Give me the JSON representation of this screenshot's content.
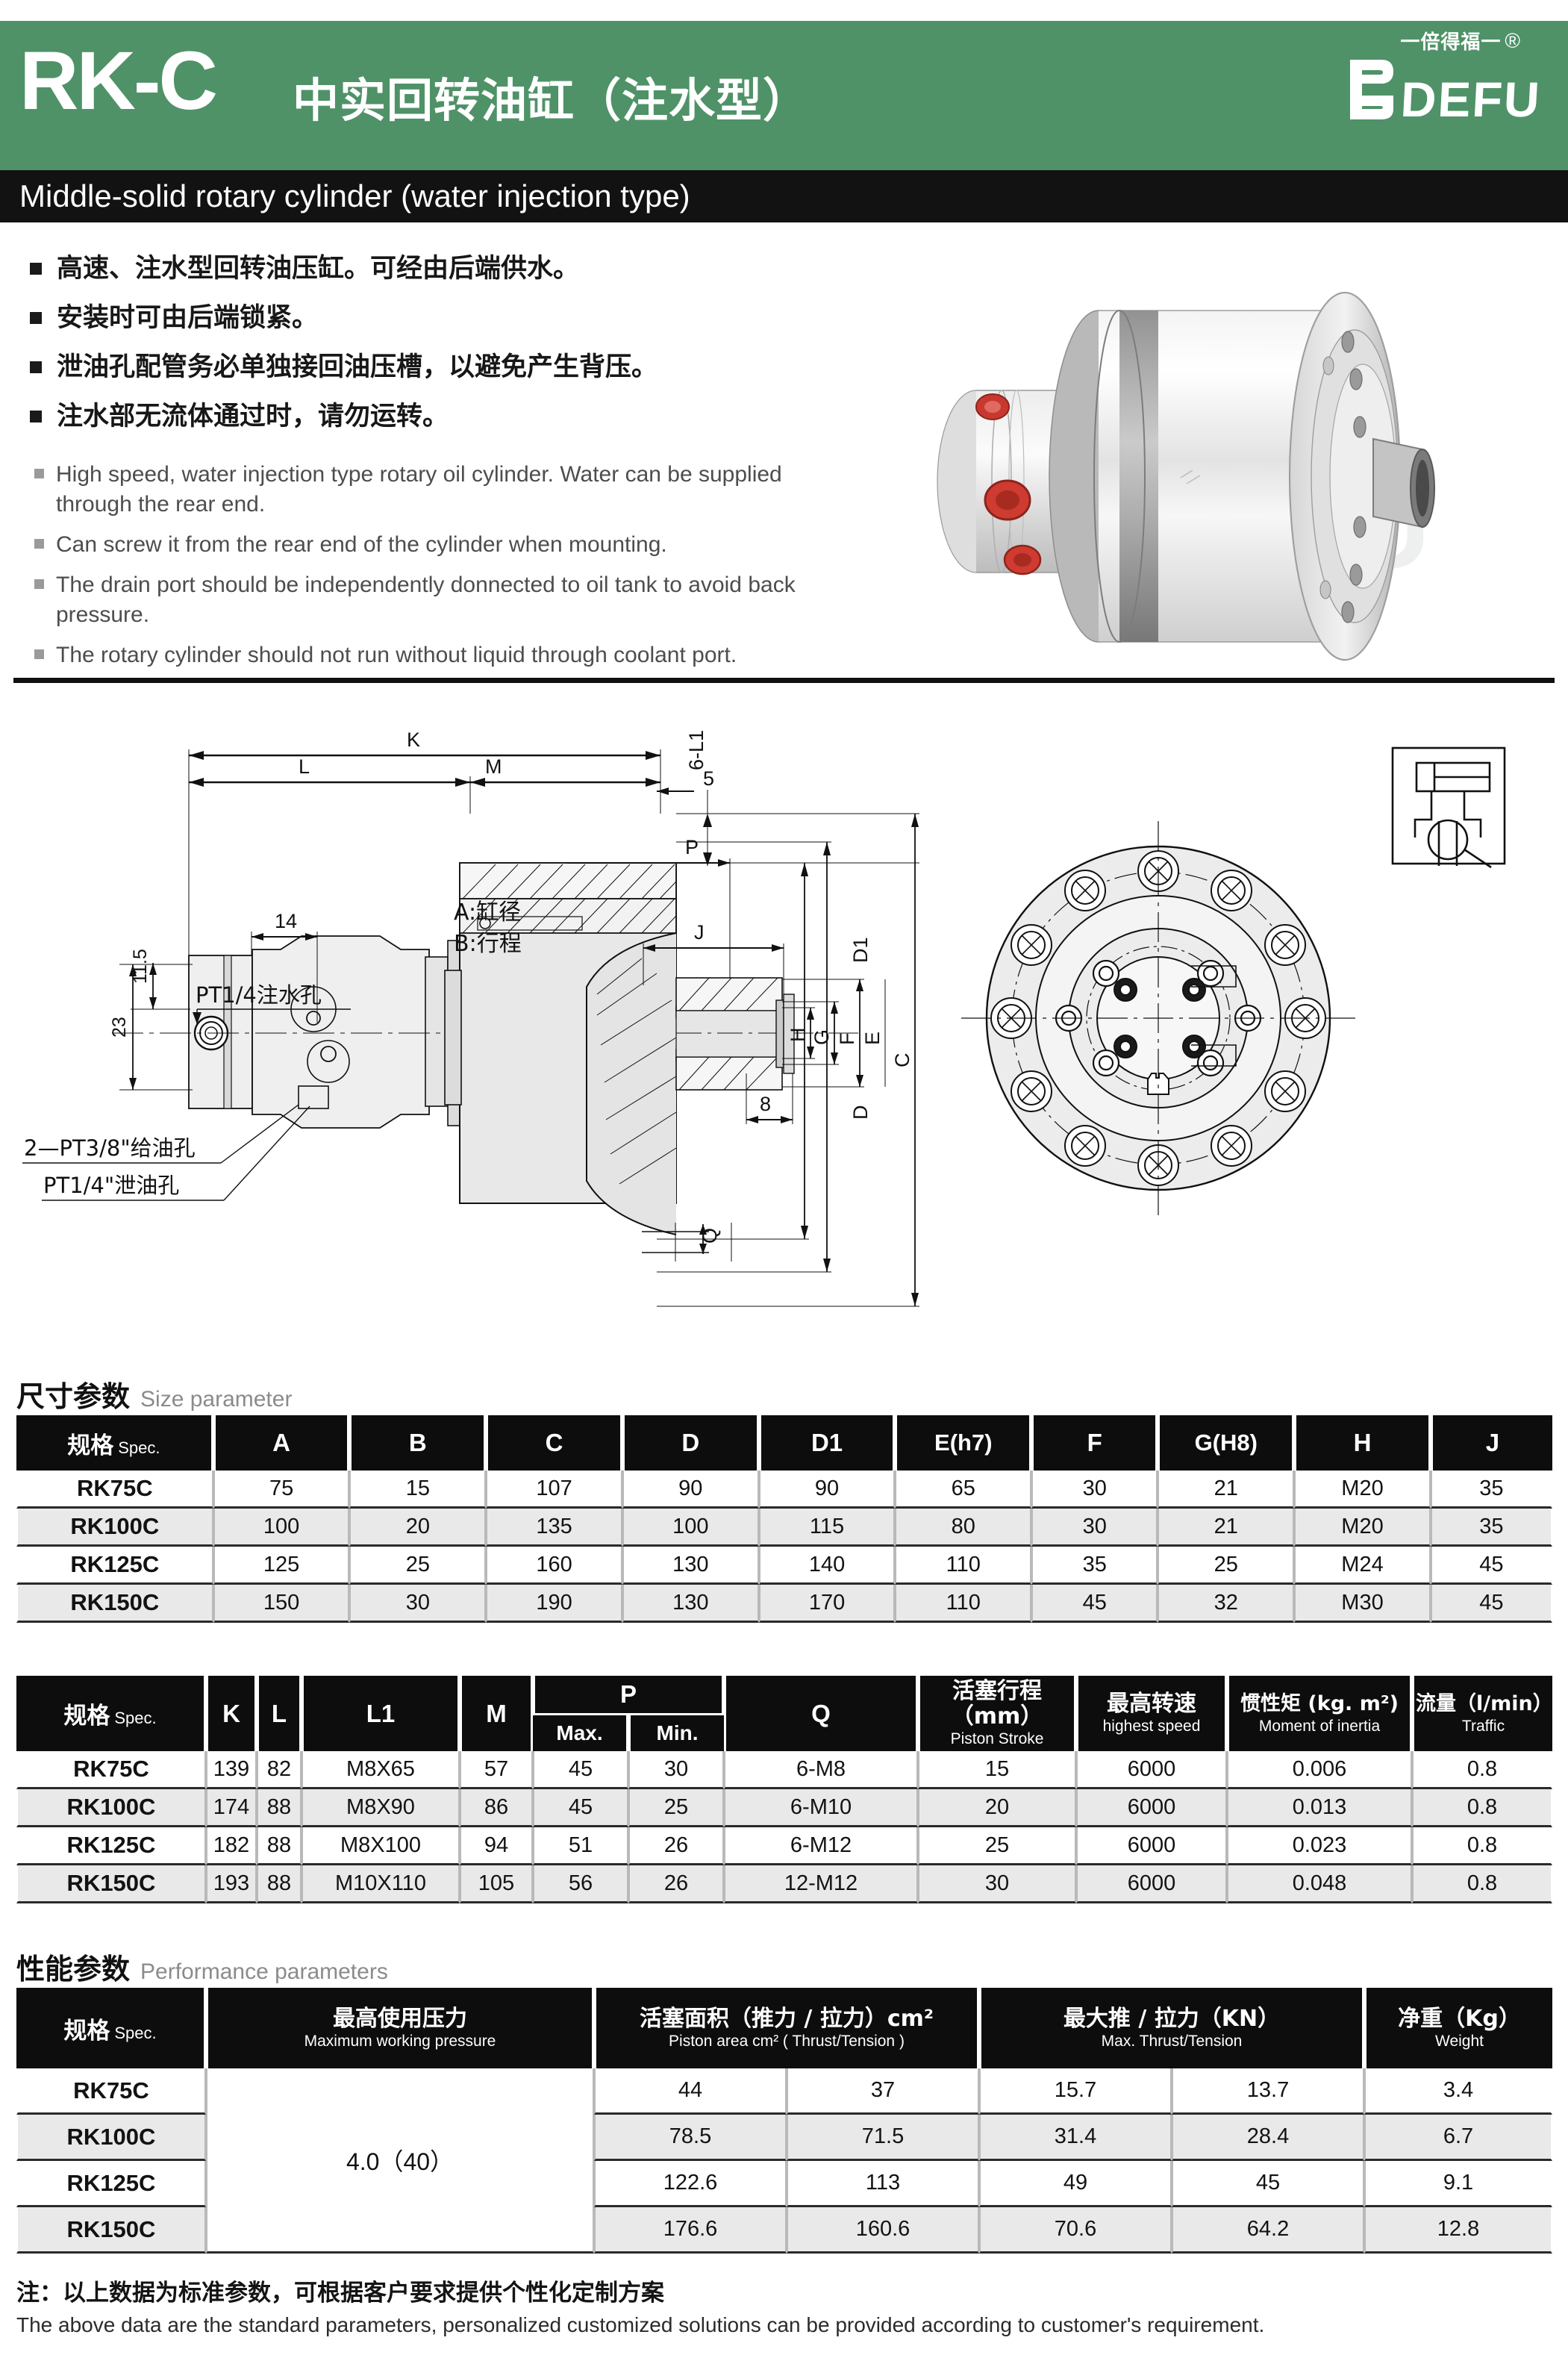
{
  "header": {
    "model": "RK-C",
    "title_cn": "中实回转油缸（注水型）",
    "title_en": "Middle-solid rotary cylinder (water injection type)",
    "green_color": "#4f9268",
    "black_color": "#121212",
    "logo": {
      "mark": "B",
      "wordmark": "DEFU",
      "slogan_cn": "一倍得福一",
      "registered": "®"
    }
  },
  "features": {
    "cn": [
      "高速、注水型回转油压缸。可经由后端供水。",
      "安装时可由后端锁紧。",
      "泄油孔配管务必单独接回油压槽，以避免产生背压。",
      "注水部无流体通过时，请勿运转。"
    ],
    "en": [
      "High speed, water injection type rotary oil cylinder. Water can be supplied through the rear end.",
      "Can screw it from the rear end of the cylinder when mounting.",
      "The drain port should be independently donnected to oil tank to avoid back pressure.",
      "The rotary cylinder should not run without liquid through coolant port."
    ]
  },
  "drawing": {
    "labels": {
      "K": "K",
      "L": "L",
      "M": "M",
      "P": "P",
      "J": "J",
      "C": "C",
      "D": "D",
      "D1": "D1",
      "E": "E",
      "F": "F",
      "G": "G",
      "H": "H",
      "Q": "Q",
      "six_L1": "6-L1",
      "five": "5",
      "eight": "8",
      "fourteen": "14",
      "eleven_five": "11.5",
      "twenty_three": "23",
      "water_port": "PT1/4注水孔",
      "oil_supply_port": "2—PT3/8\"给油孔",
      "drain_port": "PT1/4\"泄油孔",
      "bore_note": "A:缸径",
      "stroke_note": "B:行程"
    }
  },
  "size_section": {
    "title_cn": "尺寸参数",
    "title_en": "Size parameter"
  },
  "table1": {
    "columns": [
      {
        "cn": "规格",
        "en": "Spec."
      },
      {
        "cn": "A",
        "en": ""
      },
      {
        "cn": "B",
        "en": ""
      },
      {
        "cn": "C",
        "en": ""
      },
      {
        "cn": "D",
        "en": ""
      },
      {
        "cn": "D1",
        "en": ""
      },
      {
        "cn": "E(h7)",
        "en": ""
      },
      {
        "cn": "F",
        "en": ""
      },
      {
        "cn": "G(H8)",
        "en": ""
      },
      {
        "cn": "H",
        "en": ""
      },
      {
        "cn": "J",
        "en": ""
      }
    ],
    "rows": [
      [
        "RK75C",
        "75",
        "15",
        "107",
        "90",
        "90",
        "65",
        "30",
        "21",
        "M20",
        "35"
      ],
      [
        "RK100C",
        "100",
        "20",
        "135",
        "100",
        "115",
        "80",
        "30",
        "21",
        "M20",
        "35"
      ],
      [
        "RK125C",
        "125",
        "25",
        "160",
        "130",
        "140",
        "110",
        "35",
        "25",
        "M24",
        "45"
      ],
      [
        "RK150C",
        "150",
        "30",
        "190",
        "130",
        "170",
        "110",
        "45",
        "32",
        "M30",
        "45"
      ]
    ]
  },
  "table2": {
    "columns": [
      {
        "cn": "规格",
        "en": "Spec."
      },
      {
        "cn": "K",
        "en": ""
      },
      {
        "cn": "L",
        "en": ""
      },
      {
        "cn": "L1",
        "en": ""
      },
      {
        "cn": "M",
        "en": ""
      },
      {
        "cn": "P",
        "en": "",
        "sub": [
          "Max.",
          "Min."
        ]
      },
      {
        "cn": "Q",
        "en": ""
      },
      {
        "cn": "活塞行程（mm）",
        "en": "Piston Stroke"
      },
      {
        "cn": "最高转速",
        "en": "highest speed"
      },
      {
        "cn": "惯性矩 (kg. m²)",
        "en": "Moment of inertia"
      },
      {
        "cn": "流量（l/min）",
        "en": "Traffic"
      }
    ],
    "rows": [
      [
        "RK75C",
        "139",
        "82",
        "M8X65",
        "57",
        "45",
        "30",
        "6-M8",
        "15",
        "6000",
        "0.006",
        "0.8"
      ],
      [
        "RK100C",
        "174",
        "88",
        "M8X90",
        "86",
        "45",
        "25",
        "6-M10",
        "20",
        "6000",
        "0.013",
        "0.8"
      ],
      [
        "RK125C",
        "182",
        "88",
        "M8X100",
        "94",
        "51",
        "26",
        "6-M12",
        "25",
        "6000",
        "0.023",
        "0.8"
      ],
      [
        "RK150C",
        "193",
        "88",
        "M10X110",
        "105",
        "56",
        "26",
        "12-M12",
        "30",
        "6000",
        "0.048",
        "0.8"
      ]
    ]
  },
  "perf_section": {
    "title_cn": "性能参数",
    "title_en": "Performance parameters"
  },
  "table3": {
    "columns": [
      {
        "cn": "规格",
        "en": "Spec."
      },
      {
        "cn": "最高使用压力",
        "en": "Maximum working pressure"
      },
      {
        "cn": "活塞面积（推力 / 拉力）cm²",
        "en": "Piston area cm² ( Thrust/Tension )"
      },
      {
        "cn": "最大推 / 拉力（KN）",
        "en": "Max. Thrust/Tension"
      },
      {
        "cn": "净重（Kg）",
        "en": "Weight"
      }
    ],
    "pressure_value": "4.0（40）",
    "rows": [
      [
        "RK75C",
        "44",
        "37",
        "15.7",
        "13.7",
        "3.4"
      ],
      [
        "RK100C",
        "78.5",
        "71.5",
        "31.4",
        "28.4",
        "6.7"
      ],
      [
        "RK125C",
        "122.6",
        "113",
        "49",
        "45",
        "9.1"
      ],
      [
        "RK150C",
        "176.6",
        "160.6",
        "70.6",
        "64.2",
        "12.8"
      ]
    ]
  },
  "footer": {
    "note_cn": "注：以上数据为标准参数，可根据客户要求提供个性化定制方案",
    "note_en": "The above data are the standard parameters, personalized customized solutions can be provided according to customer's requirement."
  }
}
